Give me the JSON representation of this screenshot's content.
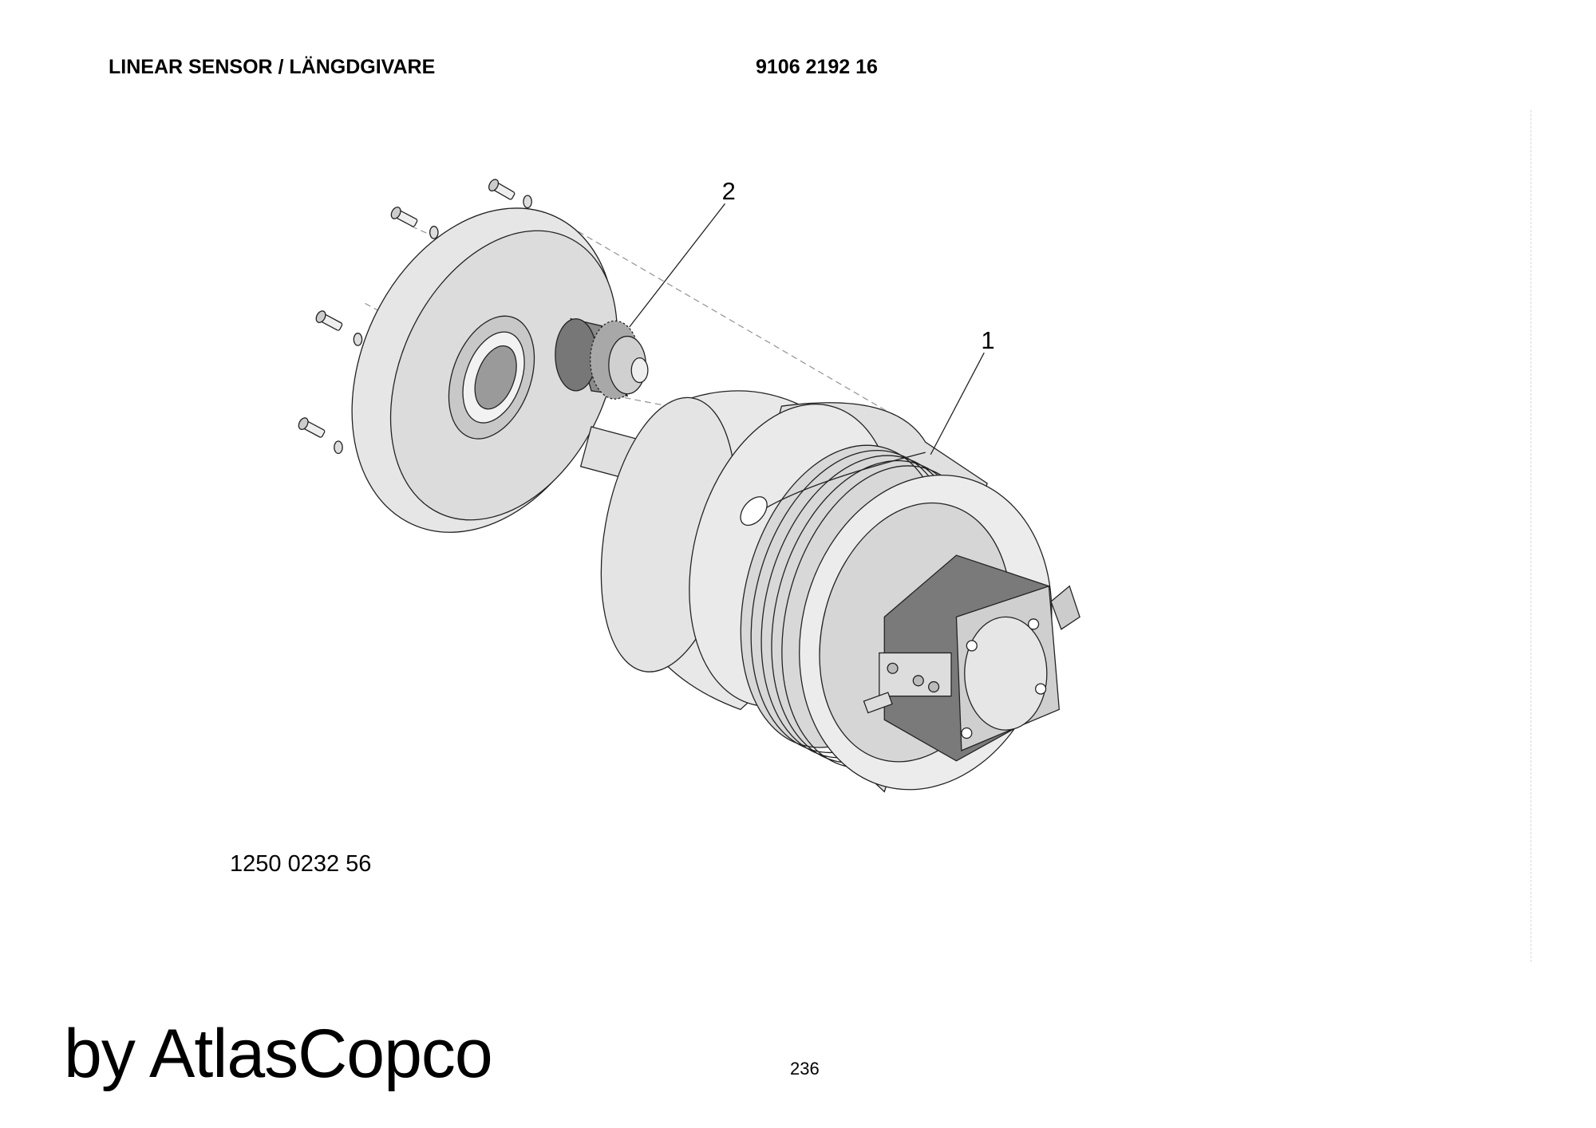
{
  "header": {
    "title": "LINEAR SENSOR / LÄNGDGIVARE",
    "part_number": "9106 2192 16"
  },
  "drawing": {
    "drawing_number": "1250 0232 56",
    "callouts": [
      "1",
      "2"
    ]
  },
  "footer": {
    "brand": "by AtlasCopco",
    "page_number": "236"
  }
}
